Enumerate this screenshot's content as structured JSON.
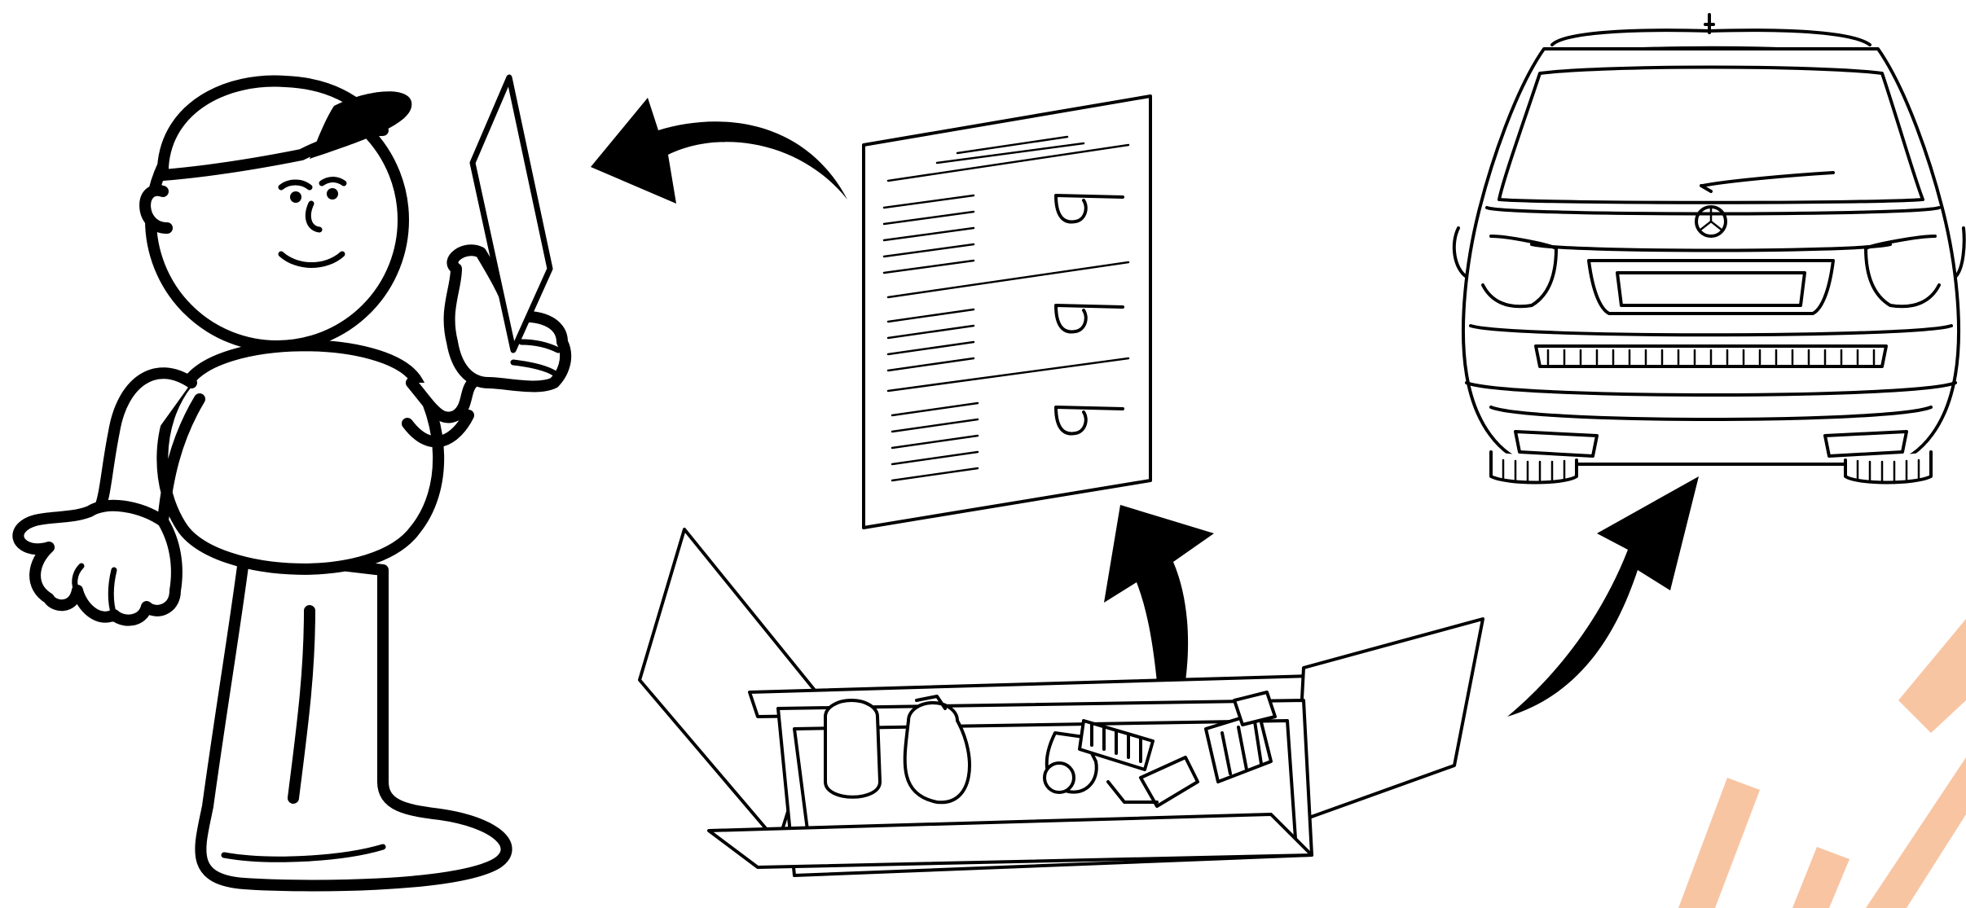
{
  "scene": {
    "background": "#ffffff",
    "ink": "#000000",
    "watermark_color": "#f6b184",
    "elements": [
      {
        "name": "mechanic-figure",
        "description_icon": "person-holding-instructions"
      },
      {
        "name": "instruction-sheet",
        "description_icon": "document-icon"
      },
      {
        "name": "parts-box",
        "description_icon": "open-box-icon"
      },
      {
        "name": "vehicle-rear",
        "description_icon": "suv-rear-icon"
      },
      {
        "name": "arrow-sheet-to-mechanic",
        "description_icon": "curved-arrow-left-icon"
      },
      {
        "name": "arrow-box-to-sheet",
        "description_icon": "curved-arrow-up-icon"
      },
      {
        "name": "arrow-box-to-vehicle",
        "description_icon": "curved-arrow-up-right-icon"
      }
    ]
  }
}
